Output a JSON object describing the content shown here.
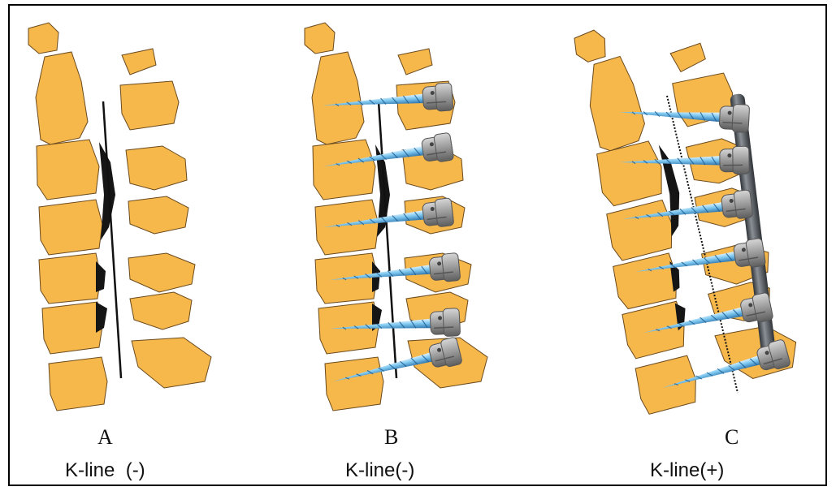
{
  "panels": [
    {
      "id": "A",
      "letter": "A",
      "caption": "K-line  (-)"
    },
    {
      "id": "B",
      "letter": "B",
      "caption": "K-line(-)"
    },
    {
      "id": "C",
      "letter": "C",
      "caption": "K-line(+)"
    }
  ],
  "colors": {
    "bone": "#F6B74B",
    "bone_outline": "#6a4a1e",
    "lesion": "#151515",
    "screw_shaft": "#7EC8F0",
    "screw_head": "#9a9a9a",
    "rod": "#4b5056",
    "border": "#000000"
  },
  "icons": [
    "cervical-spine-diagram",
    "pedicle-screw-icon",
    "connecting-rod-icon"
  ]
}
